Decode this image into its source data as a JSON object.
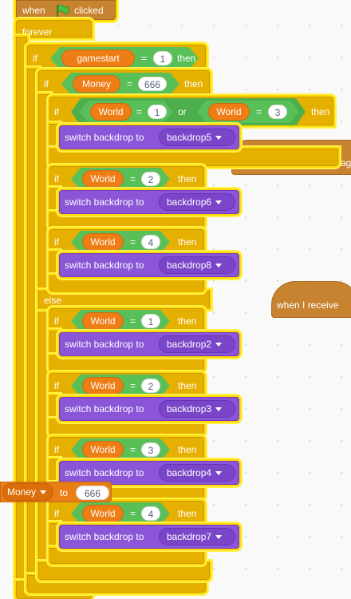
{
  "blocks": {
    "when": "when",
    "clicked": "clicked",
    "forever": "forever",
    "if": "if",
    "then": "then",
    "else": "else",
    "or": "or",
    "eq": "=",
    "switch_backdrop_to": "switch backdrop to",
    "gamestart": "gamestart",
    "money": "Money",
    "world": "World",
    "to": "to",
    "when_i_receive": "when I receive",
    "ag": "ag"
  },
  "values": {
    "gamestart": "1",
    "money": "666",
    "world_1": "1",
    "world_2": "2",
    "world_3": "3",
    "world_4": "4",
    "set_money": "666"
  },
  "backdrops": {
    "b2": "backdrop2",
    "b3": "backdrop3",
    "b4": "backdrop4",
    "b5": "backdrop5",
    "b6": "backdrop6",
    "b7": "backdrop7",
    "b8": "backdrop8"
  },
  "colors": {
    "control": "#e6b000",
    "events": "#c88330",
    "looks": "#8a55d7",
    "variables": "#e97e17",
    "operators": "#59c059",
    "glow": "#ffd800",
    "canvas": "#f9f9f9"
  },
  "icons": {
    "flag": "green-flag-icon",
    "dropdown": "dropdown-arrow-icon"
  }
}
